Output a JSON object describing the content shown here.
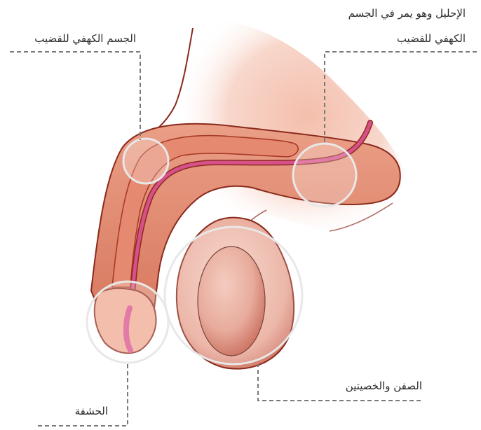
{
  "labels": {
    "corpus_cavernosum": "الجسم الكهفي للقضيب",
    "urethra_line1": "الإحليل وهو يمر في الجسم",
    "urethra_line2": "الكهفي للقضيب",
    "scrotum_testes": "الصفن والخصيتين",
    "glans": "الحشفة"
  },
  "colors": {
    "skin_light": "#f6cfc0",
    "skin_mid": "#e9a088",
    "skin_dark": "#c25a45",
    "outline": "#8a2a1c",
    "urethra": "#d8508a",
    "leader": "#7a7a7a",
    "highlight_ring": "#e6e6e6"
  }
}
